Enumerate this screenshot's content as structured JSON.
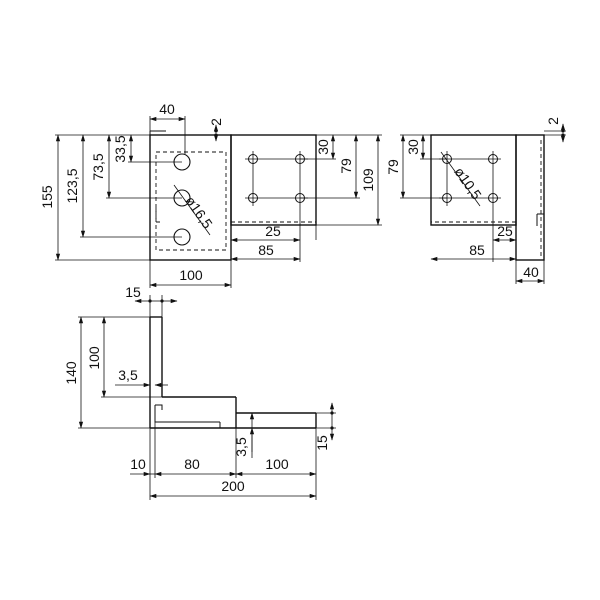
{
  "views": {
    "front": {
      "dims": {
        "width_top": "40",
        "thickness": "2",
        "h_33_5": "33,5",
        "h_73_5": "73,5",
        "h_123_5": "123,5",
        "h_155": "155",
        "hole_dia": "ø16,5",
        "width_bottom": "100",
        "flange_30": "30",
        "flange_79": "79",
        "flange_109": "109",
        "flange_25": "25",
        "flange_85": "85"
      }
    },
    "side": {
      "dims": {
        "h_30": "30",
        "h_79": "79",
        "thickness": "2",
        "hole_dia": "ø10,5",
        "w_25": "25",
        "w_85": "85",
        "w_40": "40"
      }
    },
    "top": {
      "dims": {
        "w_15": "15",
        "h_140": "140",
        "h_100": "100",
        "t_3_5_upper": "3,5",
        "w_10": "10",
        "w_80": "80",
        "t_3_5_lower": "3,5",
        "w_100": "100",
        "h_15": "15",
        "w_200": "200"
      }
    }
  }
}
